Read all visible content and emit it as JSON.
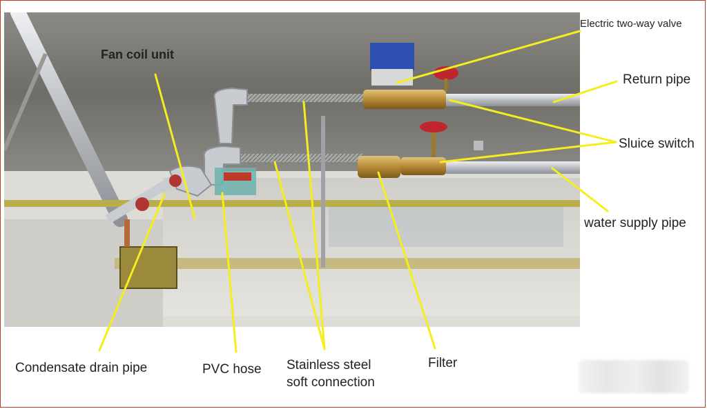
{
  "labels": {
    "fan_coil_unit": "Fan coil unit",
    "electric_two_way_valve": "Electric two-way valve",
    "return_pipe": "Return pipe",
    "sluice_switch": "Sluice switch",
    "water_supply_pipe": "water supply pipe",
    "condensate_drain_pipe": "Condensate drain pipe",
    "pvc_hose": "PVC hose",
    "stainless_line1": "Stainless steel",
    "stainless_line2": "soft connection",
    "filter": "Filter"
  },
  "colors": {
    "leader": "#f4ee1e",
    "frame": "#c0392b",
    "ceiling": "#7d7a74",
    "duct": "#d5d4ce",
    "brass": "#b98c35",
    "pipe": "#c9ccd0",
    "valve_red": "#c0252b",
    "actuator_blue": "#2e4fb0"
  }
}
